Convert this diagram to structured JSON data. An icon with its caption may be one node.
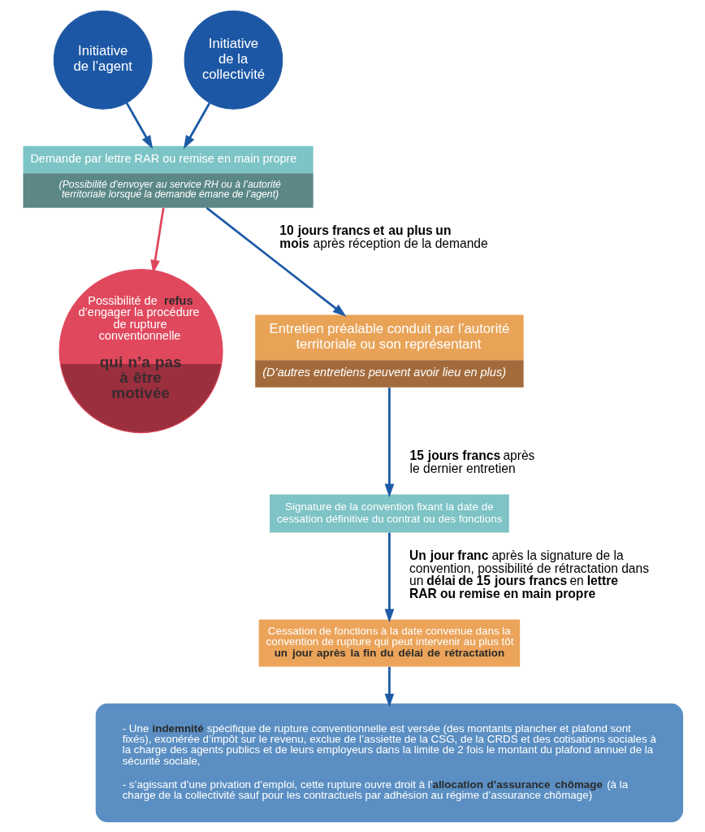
{
  "diagram": {
    "nodes": [
      {
        "text": [
          "Initiative de l’agent"
        ]
      },
      {
        "text": [
          "Initiative de la collectivité"
        ]
      },
      {
        "text": [
          "Demande par lettre RAR ou remise en main propre",
          "(Possibilité d’envoyer au service RH ou à l’autorité territoriale lorsque la demande émane de l’agent)"
        ]
      },
      {
        "text": [
          "Possibilité de **refus** d’engager la procédure de rupture conventionnelle",
          "qui n’a pas à être motivée"
        ]
      },
      {
        "text": [
          "Entretien préalable conduit par l’autorité territoriale ou son représentant",
          "(D’autres entretiens peuvent avoir lieu en plus)"
        ]
      },
      {
        "text": [
          "Signature de la convention fixant la date de cessation définitive du contrat ou des fonctions"
        ]
      },
      {
        "text": [
          "Cessation de fonctions à la date convenue dans la convention de rupture qui peut intervenir au plus tôt **un jour après la fin du délai de rétractation**"
        ]
      },
      {
        "text": [
          "- Une **indemnité** spécifique de rupture conventionnelle est versée (des montants plancher et plafond sont fixés), exonérée d’impôt sur le revenu, exclue de l’assiette de la CSG, de la CRDS et des cotisations sociales à la charge des agents publics et de leurs employeurs dans la limite de 2 fois le montant du plafond annuel de la sécurité sociale,",
          "- s’agissant d’une privation d’emploi, cette rupture ouvre droit à l’**allocation d’assurance chômage** (à la charge de la collectivité sauf pour les contractuels par adhésion au régime d’assurance chômage)"
        ]
      }
    ],
    "edges": [
      {
        "from": 0,
        "to": 2,
        "arrow": "to"
      },
      {
        "from": 1,
        "to": 2,
        "arrow": "to"
      },
      {
        "from": 2,
        "to": 3,
        "arrow": "to",
        "color": "#e0485d"
      },
      {
        "from": 2,
        "to": 4,
        "arrow": "to",
        "label": "**10 jours francs et au plus un mois** après réception de la demande"
      },
      {
        "from": 4,
        "to": 5,
        "arrow": "to",
        "label": "**15 jours francs** après le dernier entretien"
      },
      {
        "from": 5,
        "to": 6,
        "arrow": "to",
        "label": "**Un jour franc** après la signature de la convention, possibilité de rétractation dans un **délai de 15 jours francs** en **lettre RAR ou remise en main propre**"
      },
      {
        "from": 6,
        "to": 7,
        "arrow": "to"
      }
    ]
  }
}
